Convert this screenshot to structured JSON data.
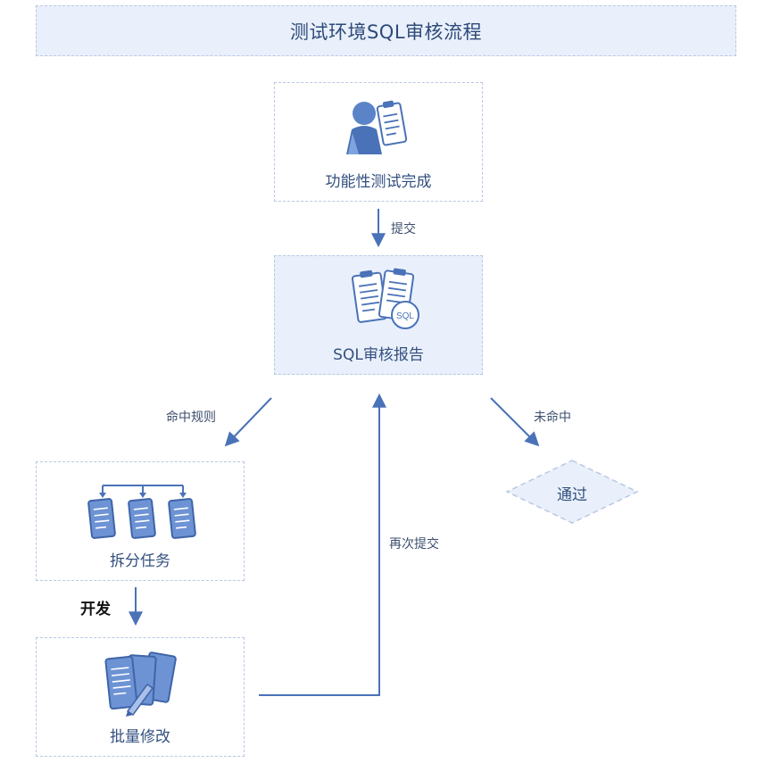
{
  "title": "测试环境SQL审核流程",
  "nodes": {
    "test_complete": "功能性测试完成",
    "sql_report": "SQL审核报告",
    "split_tasks": "拆分任务",
    "batch_modify": "批量修改",
    "pass": "通过"
  },
  "edges": {
    "submit": "提交",
    "hit_rule": "命中规则",
    "not_hit": "未命中",
    "develop": "开发",
    "resubmit": "再次提交"
  },
  "icon_badges": {
    "sql": "SQL"
  },
  "colors": {
    "accent": "#4a72b8",
    "box_fill": "#e9f0fb",
    "border": "#b9c8e3",
    "text": "#2f4a78"
  }
}
